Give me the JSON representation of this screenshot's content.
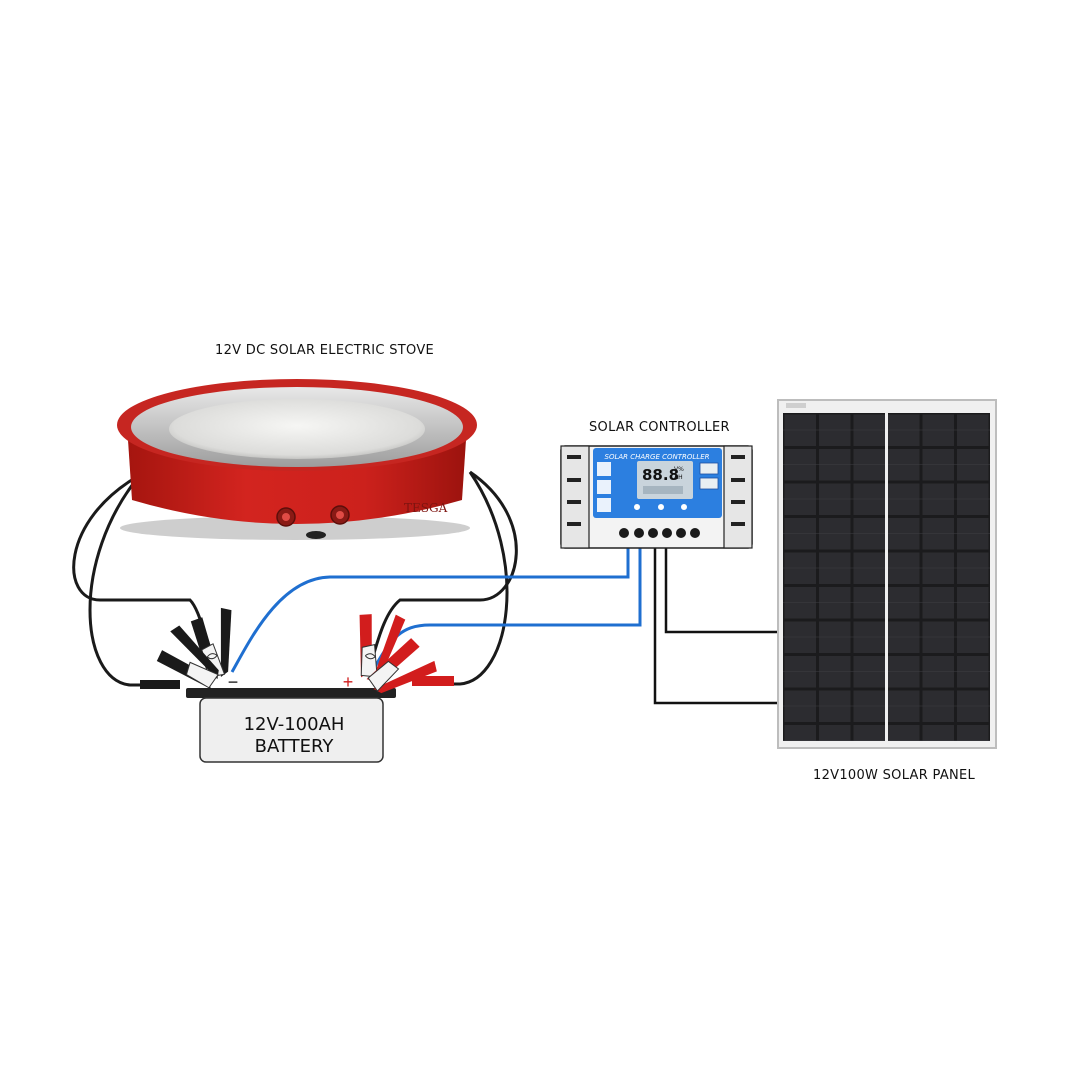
{
  "labels": {
    "stove": "12V DC SOLAR ELECTRIC STOVE",
    "controller": "SOLAR CONTROLLER",
    "panel": "12V100W SOLAR PANEL"
  },
  "battery": {
    "line1": "12V-100AH",
    "line2": "BATTERY",
    "negative_mark": "−",
    "positive_mark": "+"
  },
  "controller": {
    "header": "SOLAR CHARGE CONTROLLER",
    "display": "88.8",
    "unit_top": "V%",
    "unit_bottom": "AH"
  },
  "branding": {
    "watermark": "TESGA"
  },
  "colors": {
    "stove_red": "#c8201e",
    "cable_blue": "#1f6fd0",
    "cable_black": "#1a1a1a",
    "clamp_red": "#d21d1d",
    "controller_screen": "#2c7fe0",
    "panel_cell": "#2a2a2a"
  }
}
